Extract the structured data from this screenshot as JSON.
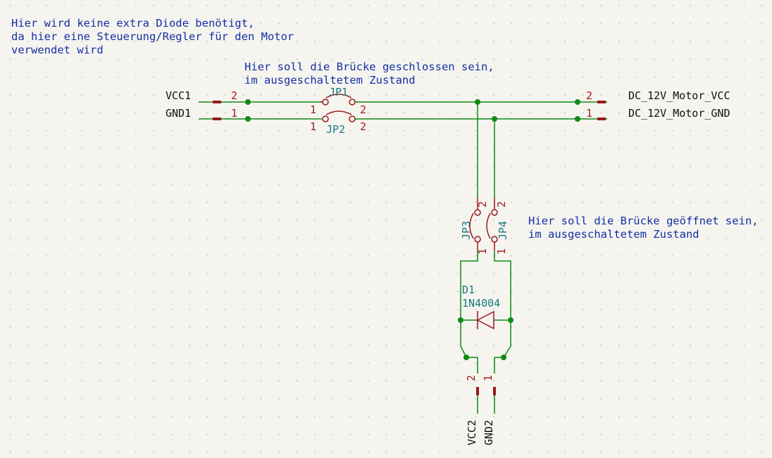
{
  "notes": {
    "top_left": [
      "Hier wird keine extra Diode benötigt,",
      "da hier eine Steuerung/Regler für den Motor",
      "verwendet wird"
    ],
    "bridge_closed": [
      "Hier soll die Brücke geschlossen sein,",
      "im ausgeschaltetem Zustand"
    ],
    "bridge_open": [
      "Hier soll die Brücke geöffnet sein,",
      "im ausgeschaltetem Zustand"
    ]
  },
  "components": {
    "jp1": "JP1",
    "jp2": "JP2",
    "jp3": "JP3",
    "jp4": "JP4",
    "d1_ref": "D1",
    "d1_value": "1N4004"
  },
  "nets": {
    "vcc1": "VCC1",
    "gnd1": "GND1",
    "motor_vcc": "DC_12V_Motor_VCC",
    "motor_gnd": "DC_12V_Motor_GND",
    "vcc2": "VCC2",
    "gnd2": "GND2"
  },
  "pins": {
    "vcc1": "2",
    "gnd1": "1",
    "jp1_left": "1",
    "jp1_right": "2",
    "jp2_left": "1",
    "jp2_right": "2",
    "motor_vcc": "2",
    "motor_gnd": "1",
    "jp3_top": "2",
    "jp3_bottom": "1",
    "jp4_top": "2",
    "jp4_bottom": "1",
    "vcc2": "2",
    "gnd2": "1"
  },
  "colors": {
    "background": "#f5f4ef",
    "wire": "#0f8a15",
    "symbol": "#9a1a1a",
    "note_text": "#132fa4",
    "reference_text": "#1a7a80",
    "pin_number": "#a01c1c",
    "net_label": "#111111"
  }
}
